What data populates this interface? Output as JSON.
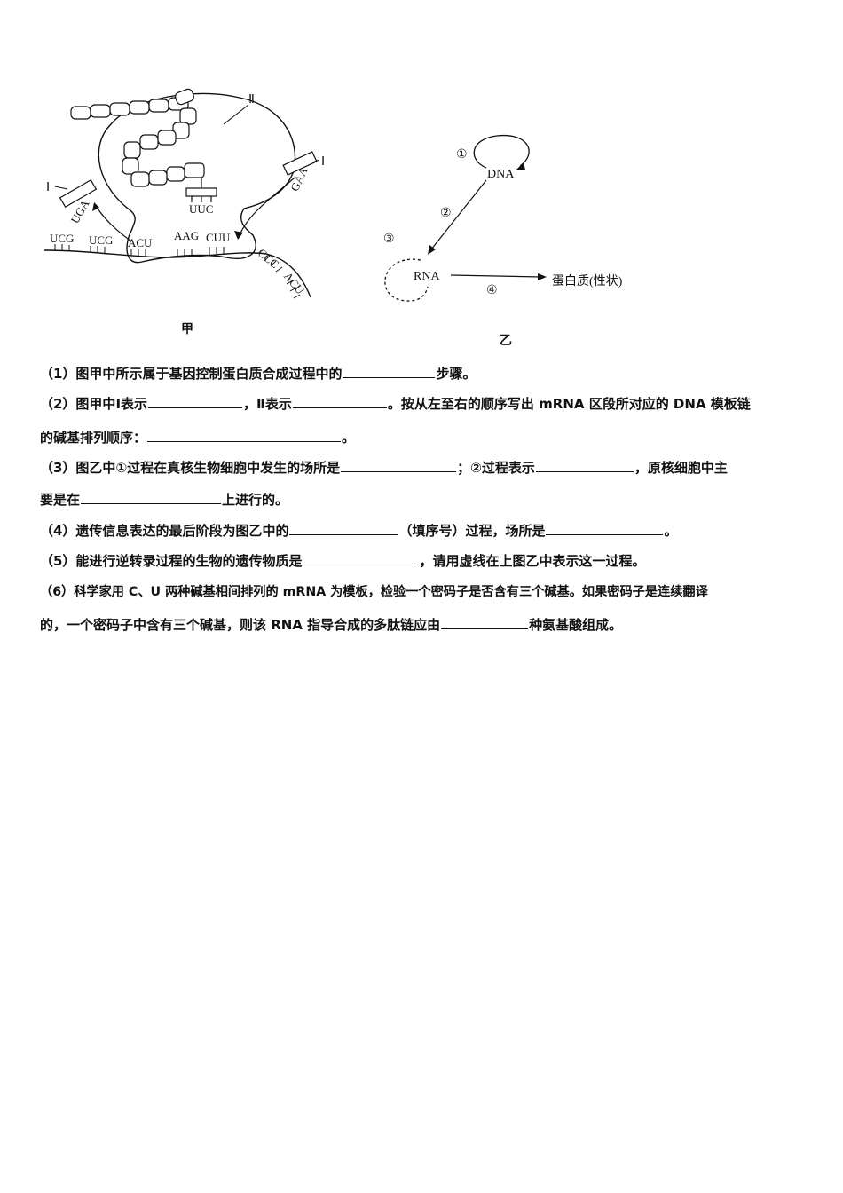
{
  "figure_jia": {
    "caption": "甲",
    "label_II": "Ⅱ",
    "label_I_left": "Ⅰ",
    "label_I_right": "Ⅰ",
    "anticodon_left": "UGA",
    "anticodon_mid": "UUC",
    "anticodon_right": "GAA",
    "codons": [
      "UCG",
      "UCG",
      "ACU",
      "AAG",
      "CUU",
      "CCC",
      "ACU"
    ]
  },
  "figure_yi": {
    "caption": "乙",
    "dna": "DNA",
    "rna": "RNA",
    "protein": "蛋白质(性状)",
    "n1": "①",
    "n2": "②",
    "n3": "③",
    "n4": "④"
  },
  "questions": {
    "q1": {
      "a": "（1）图甲中所示属于基因控制蛋白质合成过程中的",
      "b": "步骤。"
    },
    "q2": {
      "a": "（2）图甲中Ⅰ表示",
      "b": "，Ⅱ表示",
      "c": "。按从左至右的顺序写出 mRNA 区段所对应的 DNA 模板链",
      "d": "的碱基排列顺序：",
      "e": "。"
    },
    "q3": {
      "a": "（3）图乙中①过程在真核生物细胞中发生的场所是",
      "b": "；②过程表示",
      "c": "，原核细胞中主",
      "d": "要是在",
      "e": "上进行的。"
    },
    "q4": {
      "a": "（4）遗传信息表达的最后阶段为图乙中的",
      "b": "（填序号）过程，场所是",
      "c": "。"
    },
    "q5": {
      "a": "（5）能进行逆转录过程的生物的遗传物质是",
      "b": "，请用虚线在上图乙中表示这一过程。"
    },
    "q6": {
      "a": "（6）科学家用 C、U 两种碱基相间排列的 mRNA 为模板，检验一个密码子是否含有三个碱基。如果密码子是连续翻译",
      "b": "的，一个密码子中含有三个碱基，则该 RNA 指导合成的多肽链应由",
      "c": "种氨基酸组成。"
    }
  }
}
